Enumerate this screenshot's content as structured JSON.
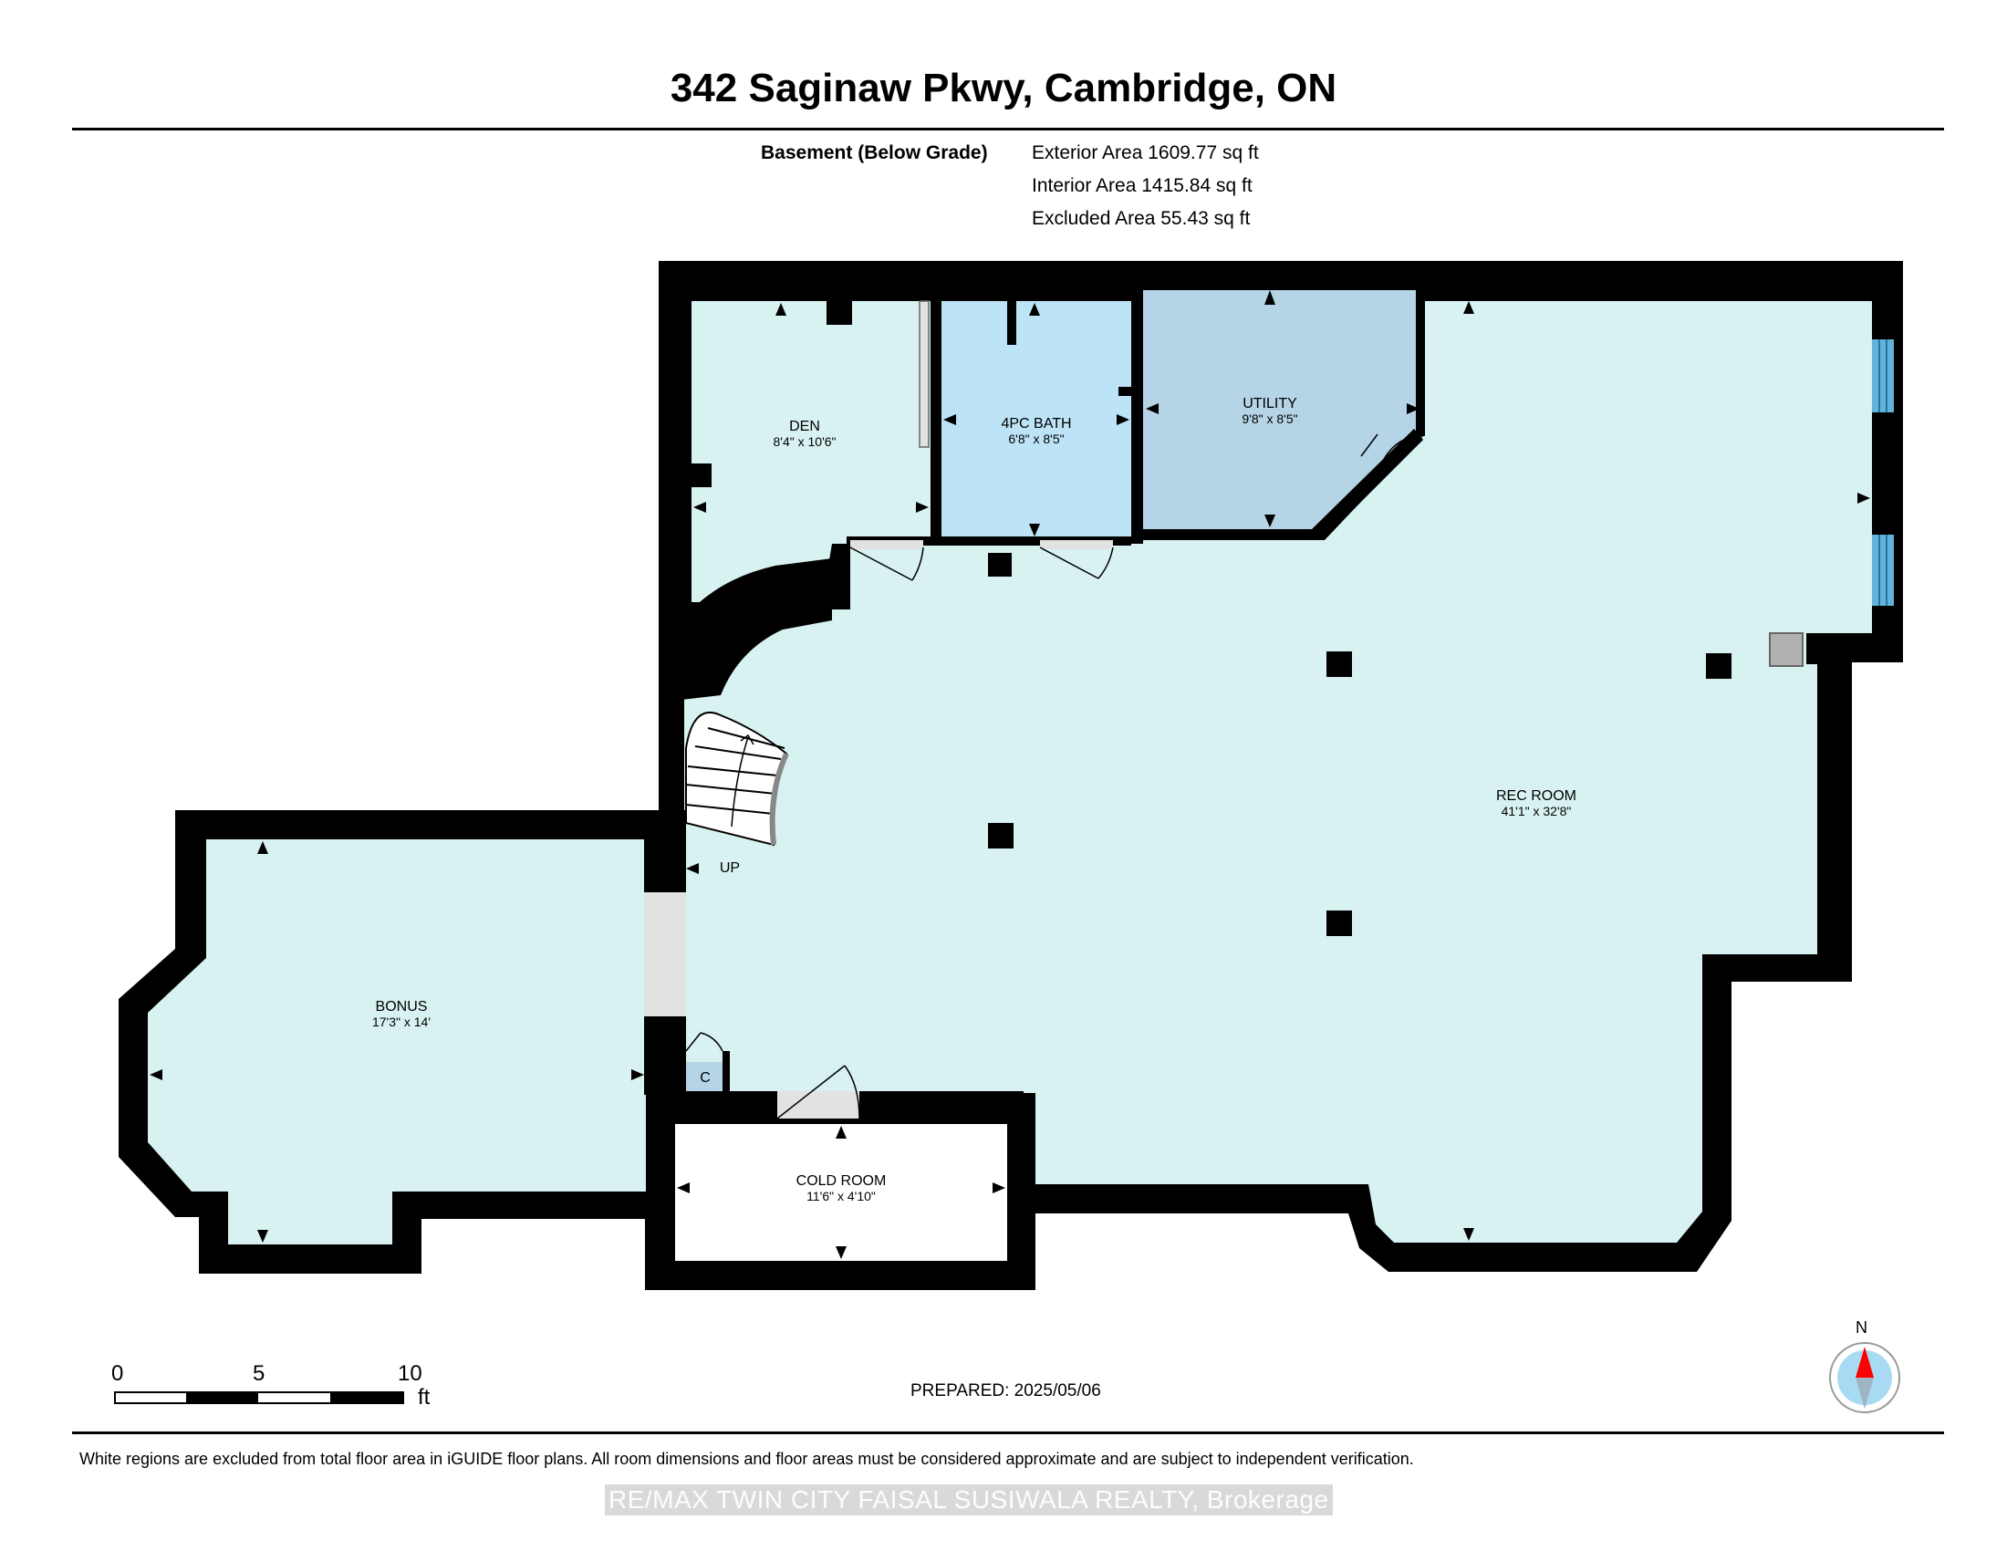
{
  "header": {
    "address": "342 Saginaw Pkwy, Cambridge, ON"
  },
  "summary": {
    "floor_label": "Basement (Below Grade)",
    "exterior_area": "Exterior Area 1609.77 sq ft",
    "interior_area": "Interior Area 1415.84 sq ft",
    "excluded_area": "Excluded Area 55.43 sq ft"
  },
  "rooms": {
    "den": {
      "name": "DEN",
      "dims": "8'4\" x 10'6\""
    },
    "bath": {
      "name": "4PC BATH",
      "dims": "6'8\" x 8'5\""
    },
    "utility": {
      "name": "UTILITY",
      "dims": "9'8\" x 8'5\""
    },
    "rec": {
      "name": "REC ROOM",
      "dims": "41'1\" x 32'8\""
    },
    "bonus": {
      "name": "BONUS",
      "dims": "17'3\" x 14'"
    },
    "cold": {
      "name": "COLD ROOM",
      "dims": "11'6\" x 4'10\""
    },
    "closet": {
      "name": "C"
    },
    "stairs": {
      "label": "UP"
    }
  },
  "scale_bar": {
    "labels": [
      "0",
      "5",
      "10"
    ],
    "unit": "ft"
  },
  "prepared": "PREPARED: 2025/05/06",
  "compass": {
    "label": "N"
  },
  "disclaimer": "White regions are excluded from total floor area in iGUIDE floor plans. All room dimensions and floor areas must be considered approximate and are subject to independent verification.",
  "watermark": "RE/MAX TWIN CITY FAISAL SUSIWALA REALTY, Brokerage",
  "colors": {
    "main_floor": "#d8f1f1",
    "bath": "#bde3f7",
    "utility": "#b5d4e6",
    "wall": "#000000",
    "window": "#5fb3dd",
    "door_gap": "#e2e2e2",
    "compass_red": "#ff0000"
  }
}
